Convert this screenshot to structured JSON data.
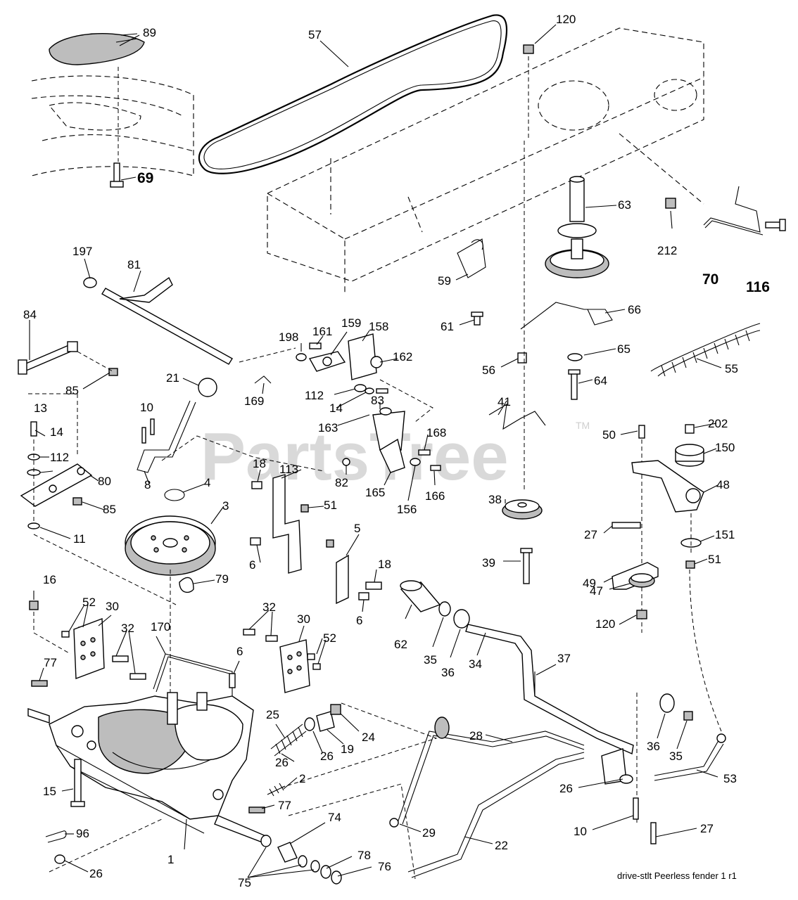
{
  "watermark": {
    "text": "PartsTree",
    "trademark": "TM"
  },
  "footer": {
    "caption": "drive-stlt  Peerless  fender  1  r1"
  },
  "callouts": {
    "c89": "89",
    "c57": "57",
    "c120a": "120",
    "c69": "69",
    "c63": "63",
    "c212": "212",
    "c70": "70",
    "c116": "116",
    "c197": "197",
    "c81": "81",
    "c59": "59",
    "c61": "61",
    "c66": "66",
    "c84": "84",
    "c198": "198",
    "c161": "161",
    "c159": "159",
    "c158": "158",
    "c162": "162",
    "c65": "65",
    "c56": "56",
    "c55": "55",
    "c85a": "85",
    "c21": "21",
    "c169": "169",
    "c112a": "112",
    "c14a": "14",
    "c64": "64",
    "c13": "13",
    "c10a": "10",
    "c83": "83",
    "c41": "41",
    "c163": "163",
    "c14b": "14",
    "c168": "168",
    "c50": "50",
    "c202": "202",
    "c150": "150",
    "c112b": "112",
    "c18a": "18",
    "c113": "113",
    "c82": "82",
    "c166": "166",
    "c80": "80",
    "c8": "8",
    "c4": "4",
    "c165": "165",
    "c156": "156",
    "c48": "48",
    "c85b": "85",
    "c51a": "51",
    "c38": "38",
    "c11": "11",
    "c3": "3",
    "c27a": "27",
    "c151": "151",
    "c5": "5",
    "c6a": "6",
    "c18b": "18",
    "c51b": "51",
    "c39": "39",
    "c49": "49",
    "c79": "79",
    "c47": "47",
    "c16": "16",
    "c52a": "52",
    "c30a": "30",
    "c6b": "6",
    "c62": "62",
    "c120b": "120",
    "c32a": "32",
    "c32b": "32",
    "c30b": "30",
    "c52b": "52",
    "c35a": "35",
    "c36a": "36",
    "c34": "34",
    "c170": "170",
    "c6c": "6",
    "c37": "37",
    "c77a": "77",
    "c25": "25",
    "c24": "24",
    "c26a": "26",
    "c19": "19",
    "c28": "28",
    "c36b": "36",
    "c35b": "35",
    "c2": "2",
    "c15": "15",
    "c53": "53",
    "c26b": "26",
    "c77b": "77",
    "c29": "29",
    "c10b": "10",
    "c27b": "27",
    "c96": "96",
    "c74": "74",
    "c22": "22",
    "c78": "78",
    "c76": "76",
    "c1": "1",
    "c26c": "26",
    "c75": "75"
  }
}
